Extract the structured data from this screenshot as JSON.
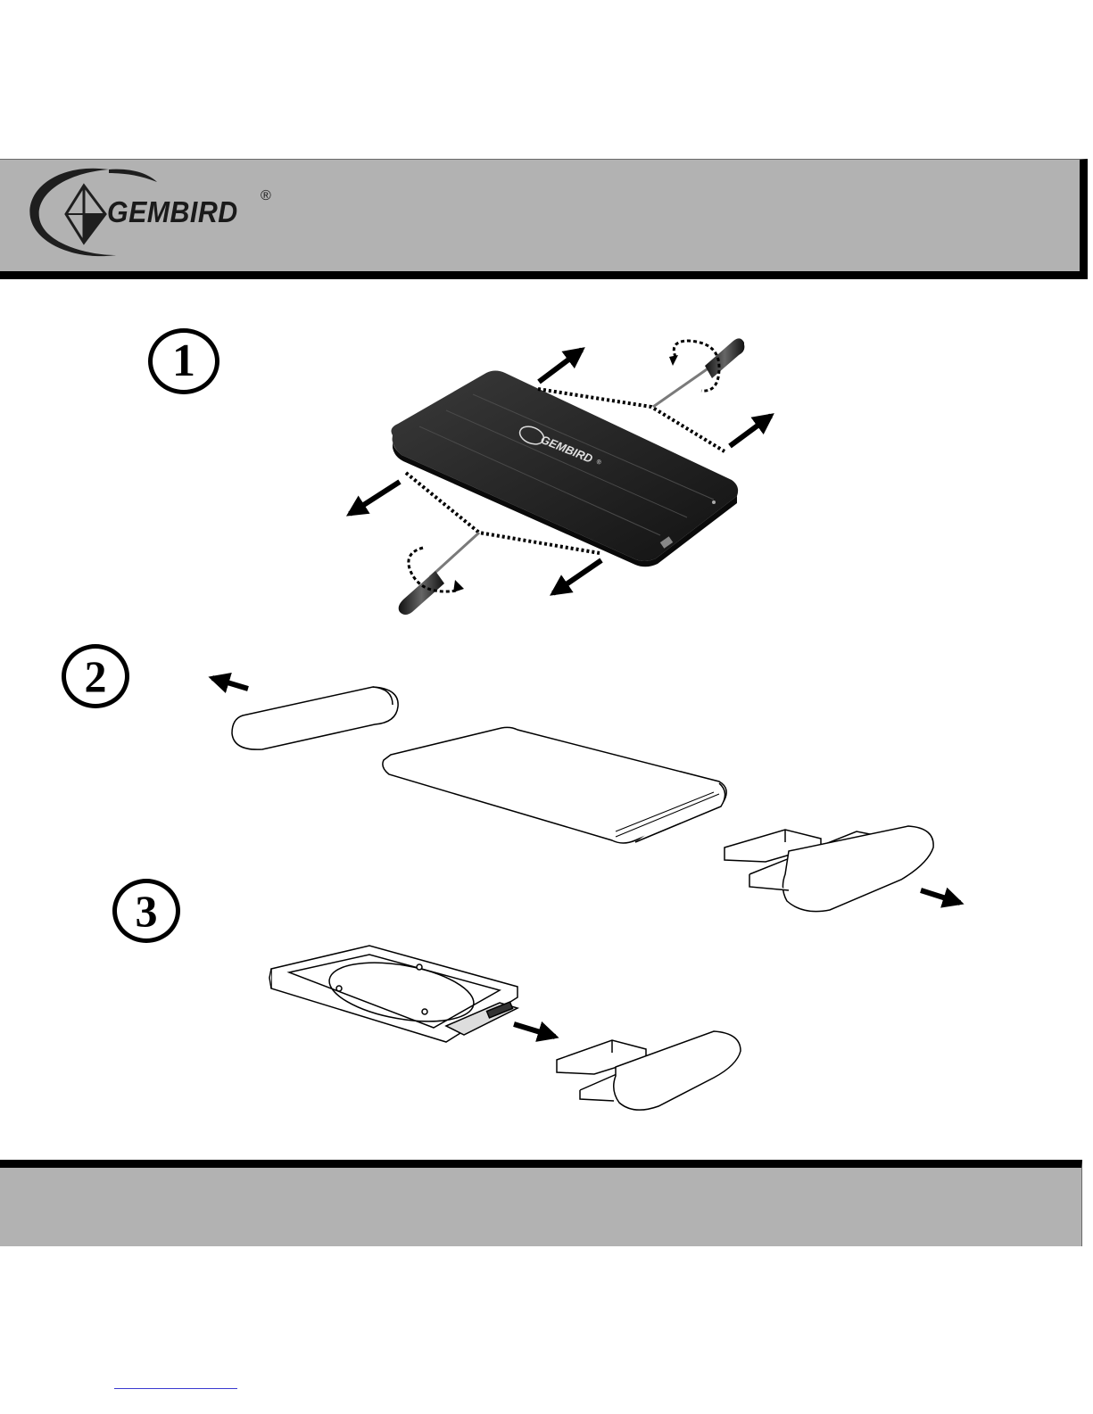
{
  "header": {
    "brand": "GEMBIRD",
    "registered_mark": "®"
  },
  "steps": [
    {
      "number": "1"
    },
    {
      "number": "2"
    },
    {
      "number": "3"
    }
  ],
  "device_logo": {
    "brand": "GEMBIRD",
    "registered_mark": "®"
  },
  "colors": {
    "band": "#b2b2b2",
    "rule": "#000000",
    "enclosure": "#1c1c1c"
  },
  "icons": [
    "gembird-logo",
    "screwdriver-icon",
    "arrow-icon",
    "rotation-icon",
    "hard-drive-icon",
    "end-cap-icon",
    "enclosure-icon"
  ]
}
